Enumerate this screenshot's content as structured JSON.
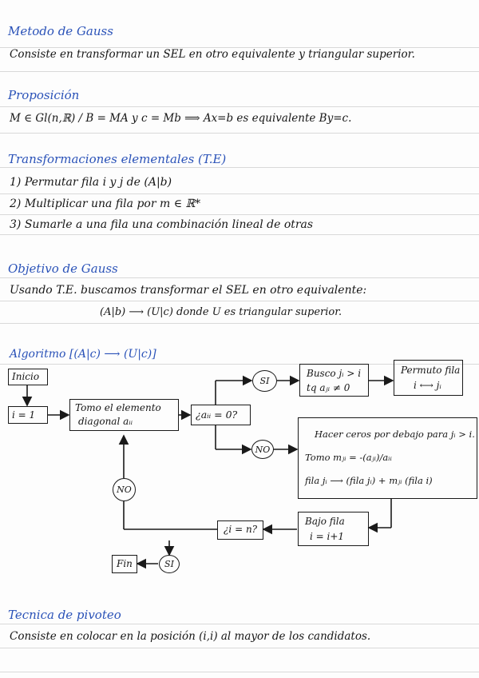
{
  "sections": {
    "title": "Metodo de Gauss",
    "intro": "Consiste en transformar un SEL en otro equivalente y triangular superior.",
    "prop_title": "Proposición",
    "prop_text": "M ∈ Gl(n,ℝ) / B = MA   y c = Mb  ⟹  Ax=b  es equivalente  By=c.",
    "te_title": "Transformaciones elementales (T.E)",
    "te_items": [
      "1) Permutar fila i y j de (A|b)",
      "2) Multiplicar una fila por m ∈ ℝ*",
      "3) Sumarle a una fila una combinación lineal de otras"
    ],
    "obj_title": "Objetivo de Gauss",
    "obj_text": "Usando T.E. buscamos transformar el SEL en otro equivalente:",
    "obj_formula": "(A|b) ⟶ (U|c)   donde   U es triangular superior.",
    "algo_title": "Algoritmo [(A|c) ⟶ (U|c)]",
    "piv_title": "Tecnica de pivoteo",
    "piv_text": "Consiste en colocar en la posición (i,i) al mayor de los candidatos."
  },
  "flowchart": {
    "inicio": "Inicio",
    "init": "i = 1",
    "tomo": [
      "Tomo el elemento",
      "diagonal  aᵢᵢ"
    ],
    "cond": "¿aᵢᵢ = 0?",
    "si_top": "SI",
    "busco": [
      "Busco  jᵢ > i",
      "tq  aⱼᵢ ≠ 0"
    ],
    "permuto": [
      "Permuto fila",
      "i ⟷ jᵢ"
    ],
    "no_mid": "NO",
    "hacer": [
      "Hacer ceros por debajo para jᵢ > i.",
      "Tomo   mⱼᵢ = -(aⱼᵢ)/aᵢᵢ",
      "fila jᵢ ⟶ (fila jᵢ) + mⱼᵢ (fila i)"
    ],
    "bajo": [
      "Bajo fila",
      "i = i+1"
    ],
    "cond2": "¿i = n?",
    "no_left": "NO",
    "si_bottom": "SI",
    "fin": "Fin"
  }
}
